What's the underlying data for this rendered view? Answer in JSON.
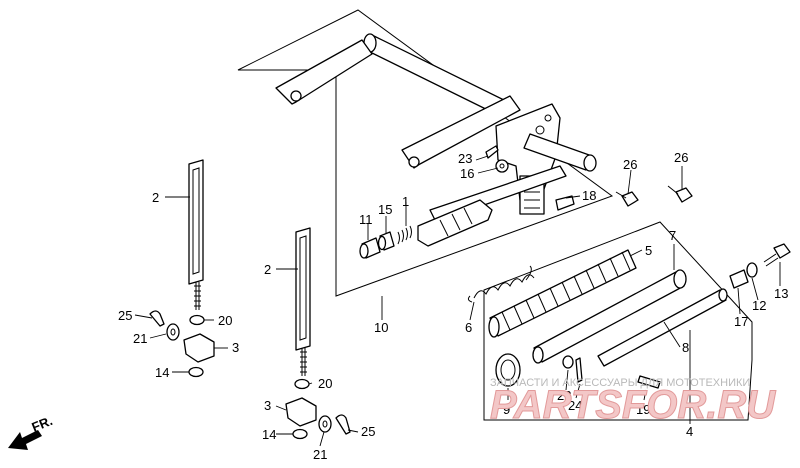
{
  "callouts": {
    "c1": "1",
    "c2a": "2",
    "c2b": "2",
    "c3a": "3",
    "c3b": "3",
    "c4": "4",
    "c5": "5",
    "c6": "6",
    "c7": "7",
    "c8": "8",
    "c9": "9",
    "c10": "10",
    "c11": "11",
    "c12": "12",
    "c13": "13",
    "c14a": "14",
    "c14b": "14",
    "c15": "15",
    "c16": "16",
    "c17": "17",
    "c18": "18",
    "c19": "19",
    "c20a": "20",
    "c20b": "20",
    "c21a": "21",
    "c21b": "21",
    "c22": "22",
    "c23": "23",
    "c24": "24",
    "c25a": "25",
    "c25b": "25",
    "c26a": "26",
    "c26b": "26"
  },
  "direction_label": "FR.",
  "watermark": {
    "text": "ЗАПЧАСТИ И АКСЕССУАРЫ ДЛЯ МОТОТЕХНИКИ",
    "logo": "PARTSFOR.RU"
  }
}
